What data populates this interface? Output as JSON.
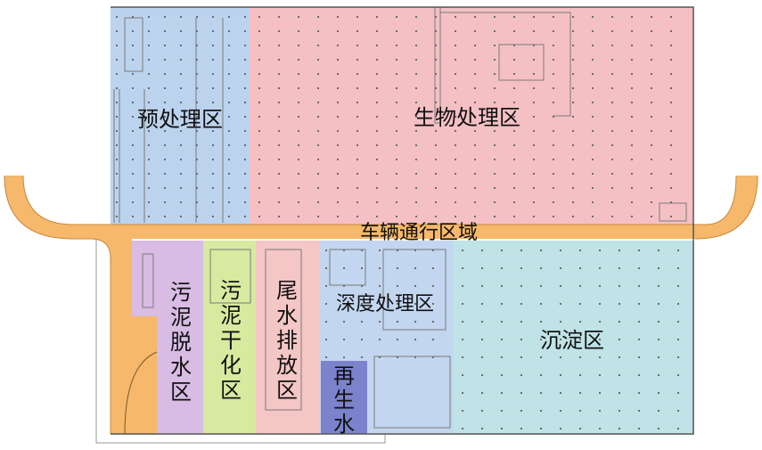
{
  "colors": {
    "pretreatment": "#bcd3ee",
    "biological": "#f5c0c4",
    "vehicle_road": "#f6b86a",
    "sludge_dewatering": "#d8bce3",
    "sludge_drying": "#d7ea9f",
    "tailwater": "#f5c6c6",
    "deep_treatment": "#c2d6ef",
    "reclaimed_water": "#7c83cc",
    "sedimentation": "#bfe3e7",
    "boundary": "#555555",
    "dots": "#6b6b6b"
  },
  "zones": {
    "pretreatment": "预处理区",
    "biological": "生物处理区",
    "vehicle_road": "车辆通行区域",
    "sludge_dewatering": [
      "污",
      "泥",
      "脱",
      "水",
      "区"
    ],
    "sludge_drying": [
      "污",
      "泥",
      "干",
      "化",
      "区"
    ],
    "tailwater": [
      "尾",
      "水",
      "排",
      "放",
      "区"
    ],
    "deep_treatment": "深度处理区",
    "reclaimed_water": [
      "再",
      "生",
      "水"
    ],
    "sedimentation": "沉淀区"
  }
}
